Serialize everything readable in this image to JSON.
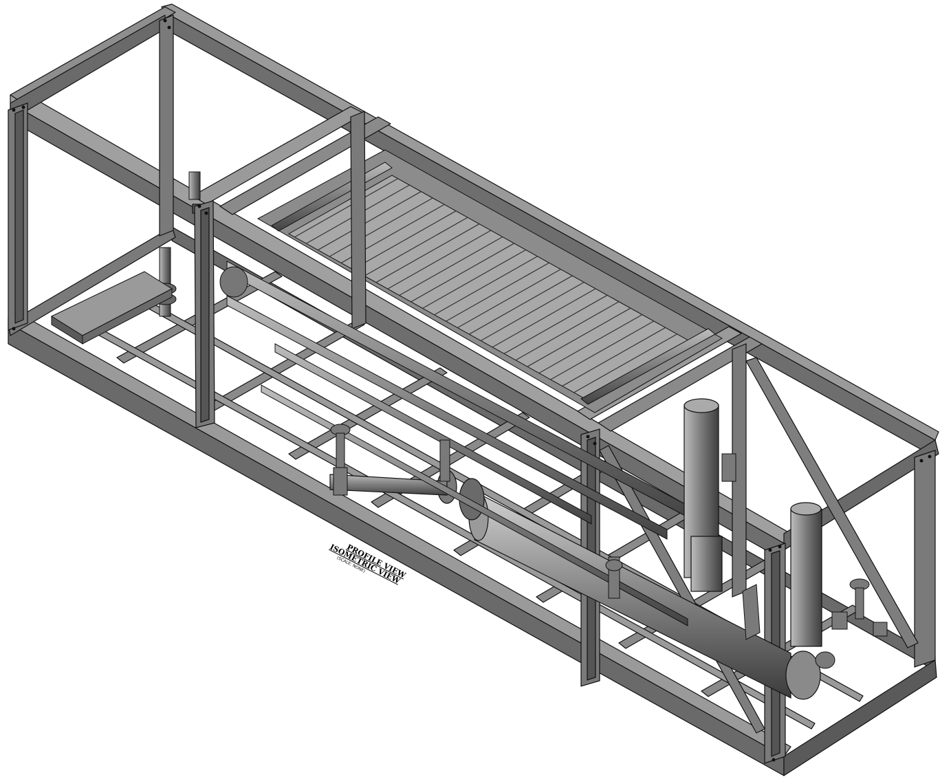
{
  "drawing": {
    "labels": {
      "profile_view": "PROFILE VIEW",
      "isometric_view": "ISOMETRIC VIEW",
      "scale": "(SCALE: NONE)"
    },
    "colors": {
      "steel_top": "#8a8a8a",
      "steel_side": "#5a5a5a",
      "steel_dark": "#3a3a3a",
      "outline": "#111111",
      "vessel": "#7a7a7a",
      "panel": "#9a9a9a"
    }
  }
}
